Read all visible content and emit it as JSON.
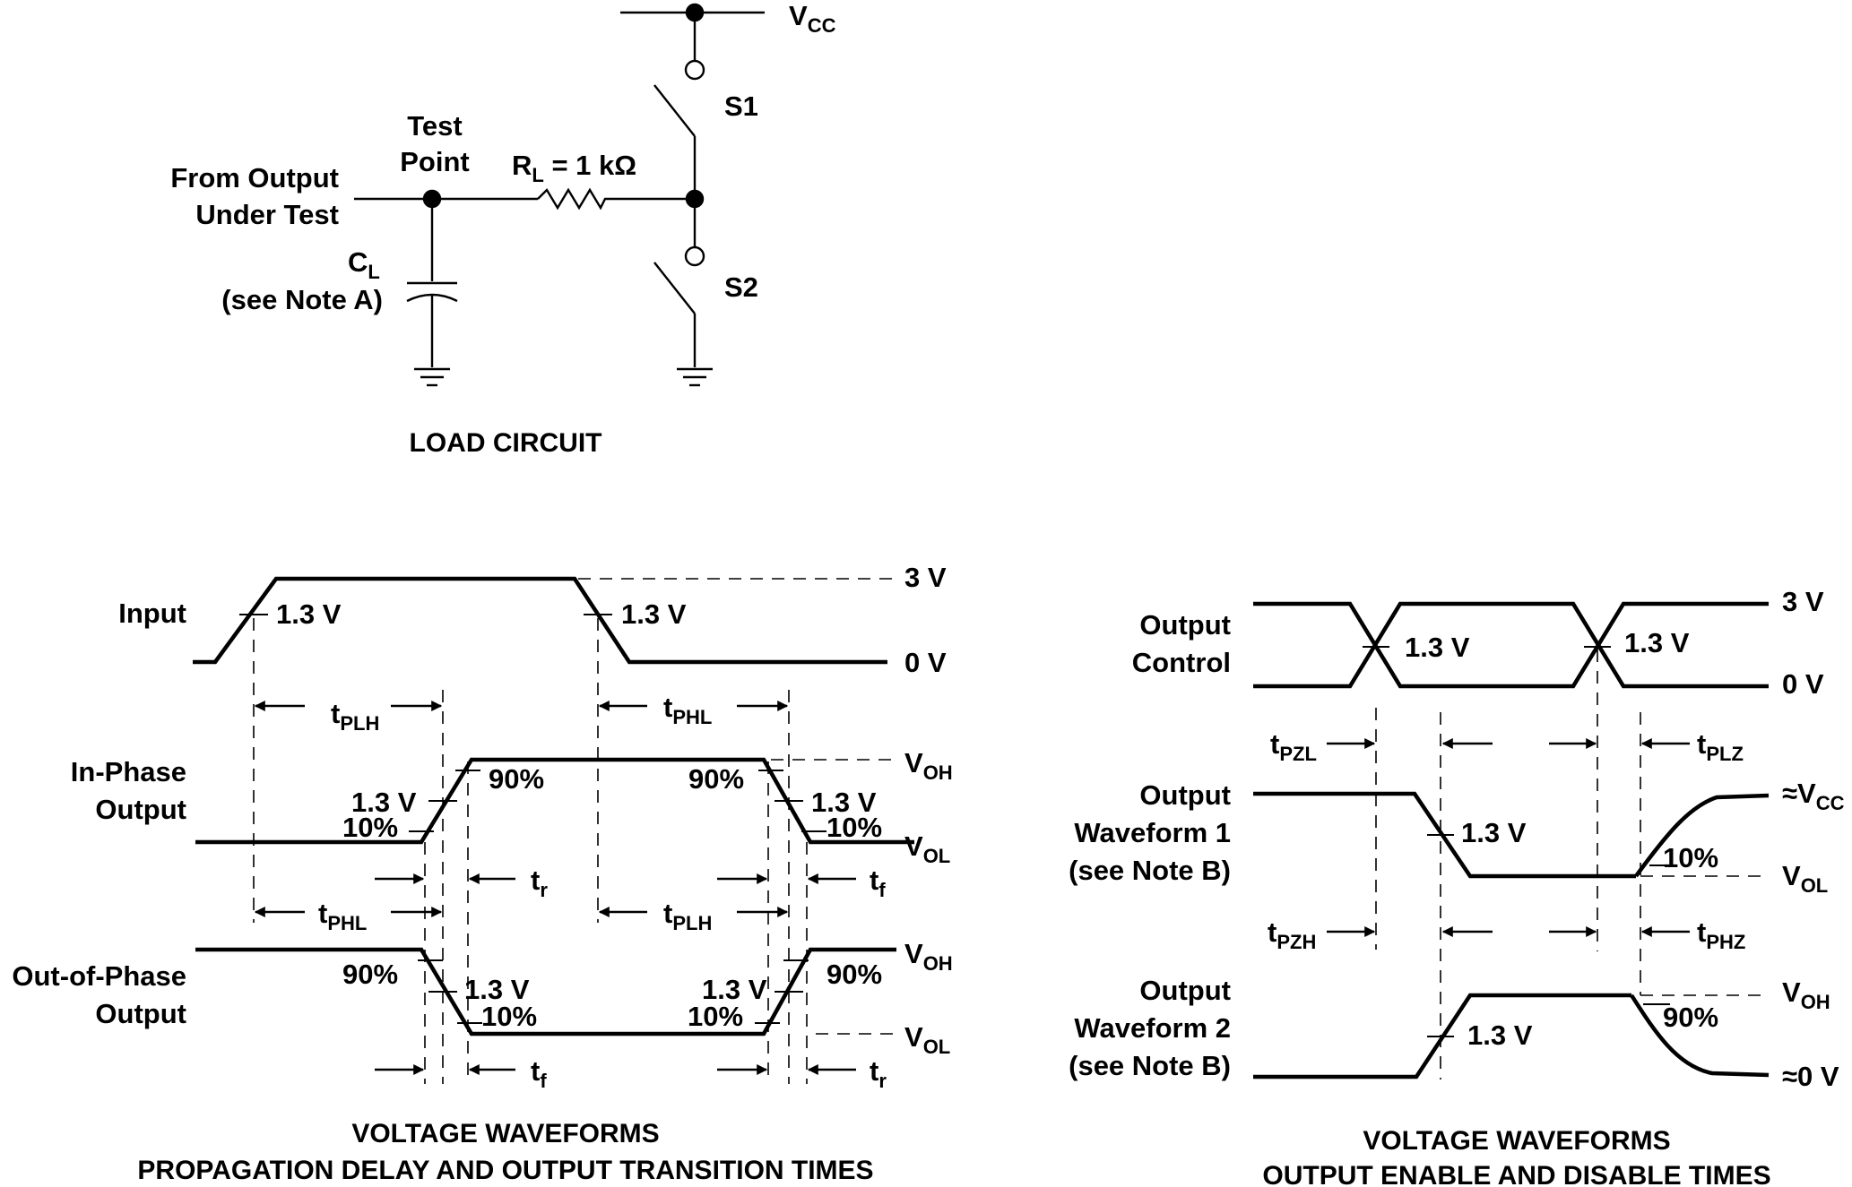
{
  "load_circuit": {
    "title": "LOAD CIRCUIT",
    "vcc": {
      "main": "V",
      "sub": "CC"
    },
    "s1": "S1",
    "s2": "S2",
    "test_point": [
      "Test",
      "Point"
    ],
    "rl": {
      "main": "R",
      "sub": "L",
      "rest": " = 1 kΩ"
    },
    "from_output": [
      "From Output",
      "Under Test"
    ],
    "cl": {
      "main": "C",
      "sub": "L",
      "note": "(see Note A)"
    }
  },
  "propagation": {
    "title": [
      "VOLTAGE WAVEFORMS",
      "PROPAGATION DELAY AND OUTPUT TRANSITION TIMES"
    ],
    "input_label": "Input",
    "in_phase_label": [
      "In-Phase",
      "Output"
    ],
    "out_phase_label": [
      "Out-of-Phase",
      "Output"
    ],
    "v3": "3 V",
    "v0": "0 V",
    "v13": "1.3 V",
    "p90": "90%",
    "p10": "10%",
    "voh": {
      "main": "V",
      "sub": "OH"
    },
    "vol": {
      "main": "V",
      "sub": "OL"
    },
    "tplh": {
      "main": "t",
      "sub": "PLH"
    },
    "tphl": {
      "main": "t",
      "sub": "PHL"
    },
    "tr": {
      "main": "t",
      "sub": "r"
    },
    "tf": {
      "main": "t",
      "sub": "f"
    }
  },
  "enable": {
    "title": [
      "VOLTAGE WAVEFORMS",
      "OUTPUT ENABLE AND DISABLE TIMES"
    ],
    "control_label": [
      "Output",
      "Control"
    ],
    "wf1_label": [
      "Output",
      "Waveform 1",
      "(see Note B)"
    ],
    "wf2_label": [
      "Output",
      "Waveform 2",
      "(see Note B)"
    ],
    "v3": "3 V",
    "v0": "0 V",
    "v13": "1.3 V",
    "p10": "10%",
    "p90": "90%",
    "vcc_approx": {
      "pre": "≈V",
      "sub": "CC"
    },
    "zero_approx": "≈0 V",
    "voh": {
      "main": "V",
      "sub": "OH"
    },
    "vol": {
      "main": "V",
      "sub": "OL"
    },
    "tpzl": {
      "main": "t",
      "sub": "PZL"
    },
    "tplz": {
      "main": "t",
      "sub": "PLZ"
    },
    "tpzh": {
      "main": "t",
      "sub": "PZH"
    },
    "tphz": {
      "main": "t",
      "sub": "PHZ"
    }
  }
}
